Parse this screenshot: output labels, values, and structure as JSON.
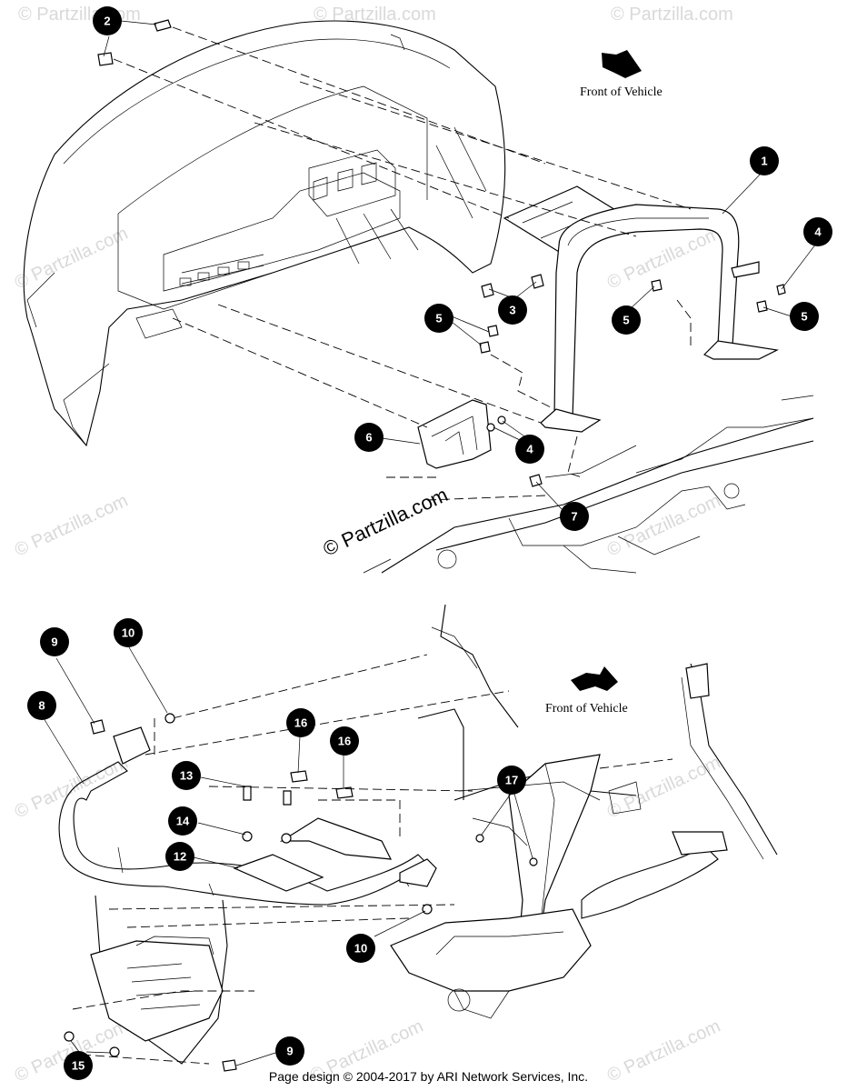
{
  "front_of_vehicle_label": "Front of Vehicle",
  "copyright_watermark": "© Partzilla.com",
  "repeated_watermark": "© Partzilla.com",
  "footer_text": "Page design © 2004-2017 by ARI Network Services, Inc.",
  "callouts": {
    "top_2": "2",
    "top_1": "1",
    "top_4a": "4",
    "top_3": "3",
    "top_5a": "5",
    "top_5b": "5",
    "top_5c": "5",
    "top_6": "6",
    "top_4b": "4",
    "top_7": "7",
    "bot_9a": "9",
    "bot_10a": "10",
    "bot_8": "8",
    "bot_16a": "16",
    "bot_16b": "16",
    "bot_13": "13",
    "bot_14": "14",
    "bot_12": "12",
    "bot_17": "17",
    "bot_10b": "10",
    "bot_15": "15",
    "bot_9b": "9"
  }
}
